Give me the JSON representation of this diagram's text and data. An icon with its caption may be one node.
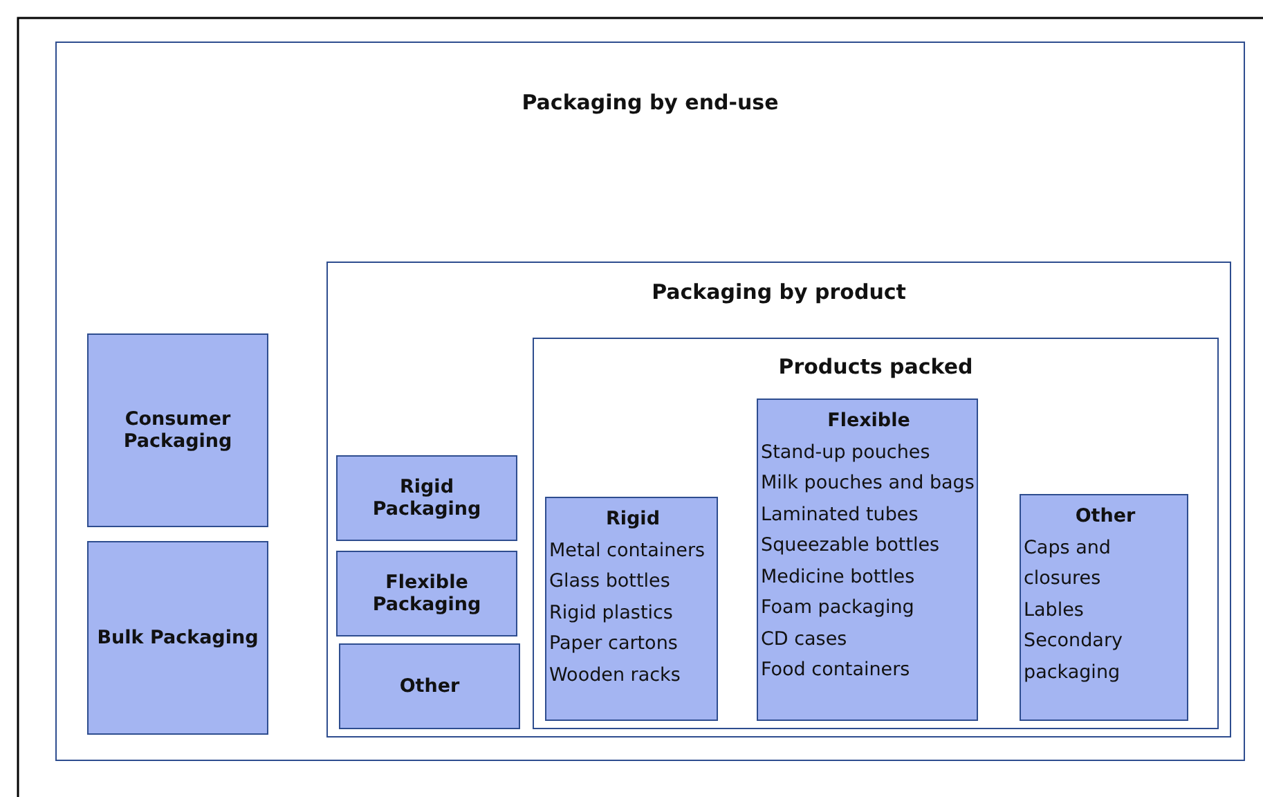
{
  "diagram": {
    "nodes": [
      {
        "text": [
          "Packaging by end-use"
        ]
      },
      {
        "text": [
          "Consumer Packaging"
        ],
        "in": 0
      },
      {
        "text": [
          "Bulk Packaging"
        ],
        "in": 0
      },
      {
        "text": [
          "Packaging by product"
        ],
        "in": 0
      },
      {
        "text": [
          "Rigid Packaging"
        ],
        "in": 3
      },
      {
        "text": [
          "Flexible Packaging"
        ],
        "in": 3
      },
      {
        "text": [
          "Other"
        ],
        "in": 3
      },
      {
        "text": [
          "Products packed"
        ],
        "in": 3
      },
      {
        "text": [
          "Rigid",
          "Metal containers",
          "Glass bottles",
          "Rigid plastics",
          "Paper cartons",
          "Wooden racks"
        ],
        "in": 7
      },
      {
        "text": [
          "Flexible",
          "Stand-up pouches",
          "Milk pouches and bags",
          "Laminated tubes",
          "Squeezable bottles",
          "Medicine bottles",
          "Foam packaging",
          "CD cases",
          "Food containers"
        ],
        "in": 7
      },
      {
        "text": [
          "Other",
          "Caps and closures",
          "Lables",
          "Secondary packaging"
        ],
        "in": 7
      }
    ]
  }
}
